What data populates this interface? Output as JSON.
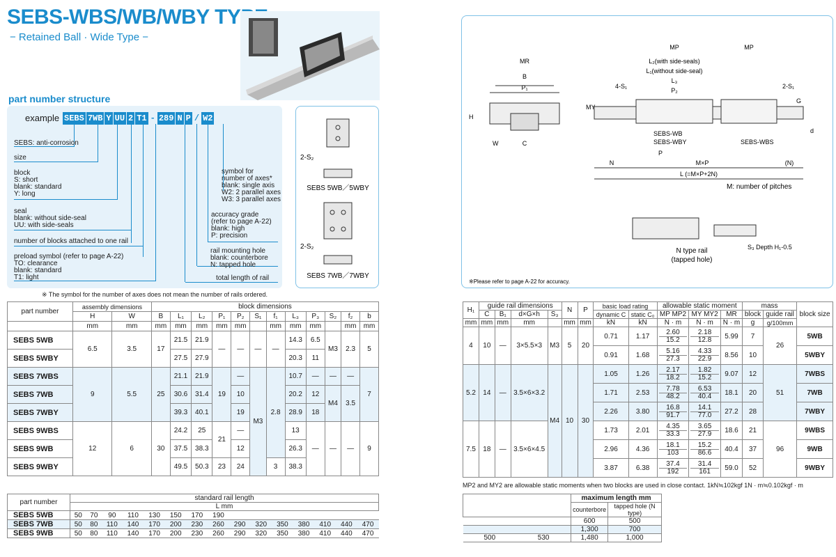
{
  "title": "SEBS-WBS/WB/WBY TYPE",
  "subtitle": "− Retained Ball · Wide Type −",
  "section_title": "part number structure",
  "example_label": "example",
  "codes": [
    "SEBS",
    "7WB",
    "Y",
    "UU",
    "2",
    "T1",
    "-",
    "289",
    "N",
    "P",
    "/",
    "W2"
  ],
  "labels": {
    "anticorr": "SEBS: anti-corrosion",
    "size": "size",
    "block": "block",
    "block_s": "S: short",
    "block_blank": "blank: standard",
    "block_y": "Y: long",
    "seal": "seal",
    "seal_blank": "blank: without side-seal",
    "seal_uu": "UU: with side-seals",
    "num_blocks": "number of blocks attached to one rail",
    "preload": "preload symbol (refer to page A-22)",
    "preload_to": "TO: clearance",
    "preload_blank": "blank: standard",
    "preload_t1": "T1: light",
    "axes": "symbol for",
    "axes2": "number of axes*",
    "axes_blank": "blank: single axis",
    "axes_w2": "W2: 2 parallel axes",
    "axes_w3": "W3: 3 parallel axes",
    "accuracy": "accuracy grade",
    "accuracy2": "(refer to page A-22)",
    "accuracy_blank": "blank: high",
    "accuracy_p": "P: precision",
    "mount": "rail mounting hole",
    "mount_blank": "blank: counterbore",
    "mount_n": "N: tapped hole",
    "rail_len": "total length of rail"
  },
  "note_axes": "※ The symbol for the number of axes does not mean the number of rails ordered.",
  "side": {
    "s2a": "2-S₂",
    "lbl5": "SEBS 5WB／5WBY",
    "s2b": "2-S₂",
    "lbl7": "SEBS 7WB／7WBY"
  },
  "diagram": {
    "mr": "MR",
    "b": "B",
    "p1": "P₁",
    "c": "C",
    "w": "W",
    "h": "H",
    "my": "MY",
    "mp1": "MP",
    "mp2": "MP",
    "l2": "L₂(with side-seals)",
    "l1": "L₁(without side-seal)",
    "l3": "L₃",
    "p2": "P₂",
    "s1": "4-S₁",
    "s1b": "2-S₁",
    "g": "G",
    "d": "d",
    "wb": "SEBS-WB",
    "wby": "SEBS-WBY",
    "wbs": "SEBS-WBS",
    "n": "N",
    "mxp": "M×P",
    "nn": "(N)",
    "lform": "L (=M×P+2N)",
    "p": "P",
    "m_note": "M: number of pitches",
    "ntype": "N type rail",
    "tapped": "(tapped hole)",
    "s3": "S₃ Depth H₁-0.5",
    "accuracy_note": "※Please refer to page A-22 for accuracy."
  },
  "t1": {
    "head": {
      "pn": "part number",
      "asm": "assembly dimensions",
      "blk": "block dimensions",
      "cols": [
        "H",
        "W",
        "B",
        "L₁",
        "L₂",
        "P₁",
        "P₂",
        "S₁",
        "f₁",
        "L₃",
        "P₃",
        "S₂",
        "f₂",
        "b"
      ],
      "units": [
        "mm",
        "mm",
        "mm",
        "mm",
        "mm",
        "mm",
        "mm",
        "",
        "mm",
        "mm",
        "mm",
        "",
        "mm",
        "mm"
      ]
    },
    "rows": [
      {
        "pn": "SEBS 5WB",
        "H": "6.5",
        "W": "3.5",
        "B": "17",
        "L1": "21.5",
        "L2": "21.9",
        "P1": "—",
        "P2": "—",
        "S1": "—",
        "f1": "—",
        "L3": "14.3",
        "P3": "6.5",
        "S2": "M3",
        "f2": "2.3",
        "b": "5"
      },
      {
        "pn": "SEBS 5WBY",
        "L1": "27.5",
        "L2": "27.9",
        "L3": "20.3",
        "P3": "11"
      },
      {
        "pn": "SEBS 7WBS",
        "H": "9",
        "W": "5.5",
        "B": "25",
        "L1": "21.1",
        "L2": "21.9",
        "P2": "—",
        "L3": "10.7",
        "P3": "—",
        "S2": "—",
        "f2": "—",
        "b": "7"
      },
      {
        "pn": "SEBS 7WB",
        "L1": "30.6",
        "L2": "31.4",
        "P1": "19",
        "P2": "10",
        "S1": "M3",
        "f1": "2.8",
        "L3": "20.2",
        "P3": "12",
        "S2": "M4",
        "f2": "3.5"
      },
      {
        "pn": "SEBS 7WBY",
        "L1": "39.3",
        "L2": "40.1",
        "P2": "19",
        "L3": "28.9",
        "P3": "18"
      },
      {
        "pn": "SEBS 9WBS",
        "H": "12",
        "W": "6",
        "B": "30",
        "L1": "24.2",
        "L2": "25",
        "P1": "21",
        "P2": "—",
        "L3": "13",
        "P3": "—",
        "S2": "—",
        "f2": "—",
        "b": "9"
      },
      {
        "pn": "SEBS 9WB",
        "L1": "37.5",
        "L2": "38.3",
        "P2": "12",
        "L3": "26.3"
      },
      {
        "pn": "SEBS 9WBY",
        "L1": "49.5",
        "L2": "50.3",
        "P1": "23",
        "P2": "24",
        "f1": "3",
        "L3": "38.3"
      }
    ]
  },
  "t2": {
    "head": {
      "grd": "guide rail dimensions",
      "bl": "basic load rating",
      "asm": "allowable static moment",
      "mass": "mass",
      "size": "block size",
      "cols": [
        "H₁",
        "C",
        "B₁",
        "d×G×h",
        "S₃",
        "N",
        "P",
        "dynamic C",
        "static C₀",
        "MP MP2",
        "MY MY2",
        "MR",
        "block",
        "guide rail"
      ],
      "units": [
        "mm",
        "mm",
        "mm",
        "mm",
        "",
        "mm",
        "mm",
        "kN",
        "kN",
        "N · m",
        "N · m",
        "N · m",
        "g",
        "g/100mm"
      ]
    },
    "rows": [
      {
        "C": "0.71",
        "C0": "1.17",
        "MP": "2.60",
        "MP2": "15.2",
        "MY": "2.18",
        "MY2": "12.8",
        "MR": "5.99",
        "blk": "7",
        "size": "5WB"
      },
      {
        "C": "0.91",
        "C0": "1.68",
        "MP": "5.16",
        "MP2": "27.3",
        "MY": "4.33",
        "MY2": "22.9",
        "MR": "8.56",
        "blk": "10",
        "size": "5WBY"
      },
      {
        "C": "1.05",
        "C0": "1.26",
        "MP": "2.17",
        "MP2": "18.2",
        "MY": "1.82",
        "MY2": "15.2",
        "MR": "9.07",
        "blk": "12",
        "size": "7WBS"
      },
      {
        "C": "1.71",
        "C0": "2.53",
        "MP": "7.78",
        "MP2": "48.2",
        "MY": "6.53",
        "MY2": "40.4",
        "MR": "18.1",
        "blk": "20",
        "size": "7WB"
      },
      {
        "C": "2.26",
        "C0": "3.80",
        "MP": "16.8",
        "MP2": "91.7",
        "MY": "14.1",
        "MY2": "77.0",
        "MR": "27.2",
        "blk": "28",
        "size": "7WBY"
      },
      {
        "C": "1.73",
        "C0": "2.01",
        "MP": "4.35",
        "MP2": "33.3",
        "MY": "3.65",
        "MY2": "27.9",
        "MR": "18.6",
        "blk": "21",
        "size": "9WBS"
      },
      {
        "C": "2.96",
        "C0": "4.36",
        "MP": "18.1",
        "MP2": "103",
        "MY": "15.2",
        "MY2": "86.6",
        "MR": "40.4",
        "blk": "37",
        "size": "9WB"
      },
      {
        "C": "3.87",
        "C0": "6.38",
        "MP": "37.4",
        "MP2": "192",
        "MY": "31.4",
        "MY2": "161",
        "MR": "59.0",
        "blk": "52",
        "size": "9WBY"
      }
    ],
    "groups": [
      {
        "H1": "4",
        "C": "10",
        "B1": "—",
        "dgh": "3×5.5×3",
        "S3": "M3",
        "N": "5",
        "P": "20",
        "rail": "26"
      },
      {
        "H1": "5.2",
        "C": "14",
        "B1": "—",
        "dgh": "3.5×6×3.2",
        "rail": "51"
      },
      {
        "H1": "7.5",
        "C": "18",
        "B1": "—",
        "dgh": "3.5×6×4.5",
        "rail": "96"
      }
    ],
    "shared": {
      "S3": "M4",
      "N": "10",
      "P": "30"
    },
    "note": "MP2 and MY2 are allowable static moments when two blocks are used in close contact.   1kN≒102kgf   1N · m≒0.102kgf · m"
  },
  "t3": {
    "pn": "part number",
    "head": "standard rail length",
    "unit": "L mm",
    "rows": [
      {
        "pn": "SEBS  5WB",
        "v": [
          "50",
          "70",
          "90",
          "110",
          "130",
          "150",
          "170",
          "190",
          "",
          "",
          "",
          "",
          "",
          "",
          ""
        ]
      },
      {
        "pn": "SEBS  7WB",
        "v": [
          "50",
          "80",
          "110",
          "140",
          "170",
          "200",
          "230",
          "260",
          "290",
          "320",
          "350",
          "380",
          "410",
          "440",
          "470"
        ]
      },
      {
        "pn": "SEBS  9WB",
        "v": [
          "50",
          "80",
          "110",
          "140",
          "170",
          "200",
          "230",
          "260",
          "290",
          "320",
          "350",
          "380",
          "410",
          "440",
          "470"
        ]
      }
    ]
  },
  "t4": {
    "head": "maximum length mm",
    "cb": "counterbore",
    "tp": "tapped hole (N type)",
    "rows": [
      {
        "a": "",
        "b": "",
        "cb": "600",
        "tp": "500"
      },
      {
        "a": "",
        "b": "",
        "cb": "1,300",
        "tp": "700"
      },
      {
        "a": "500",
        "b": "530",
        "cb": "1,480",
        "tp": "1,000"
      }
    ]
  },
  "colors": {
    "accent": "#1a8ccc",
    "panel": "#e6f2fa"
  }
}
